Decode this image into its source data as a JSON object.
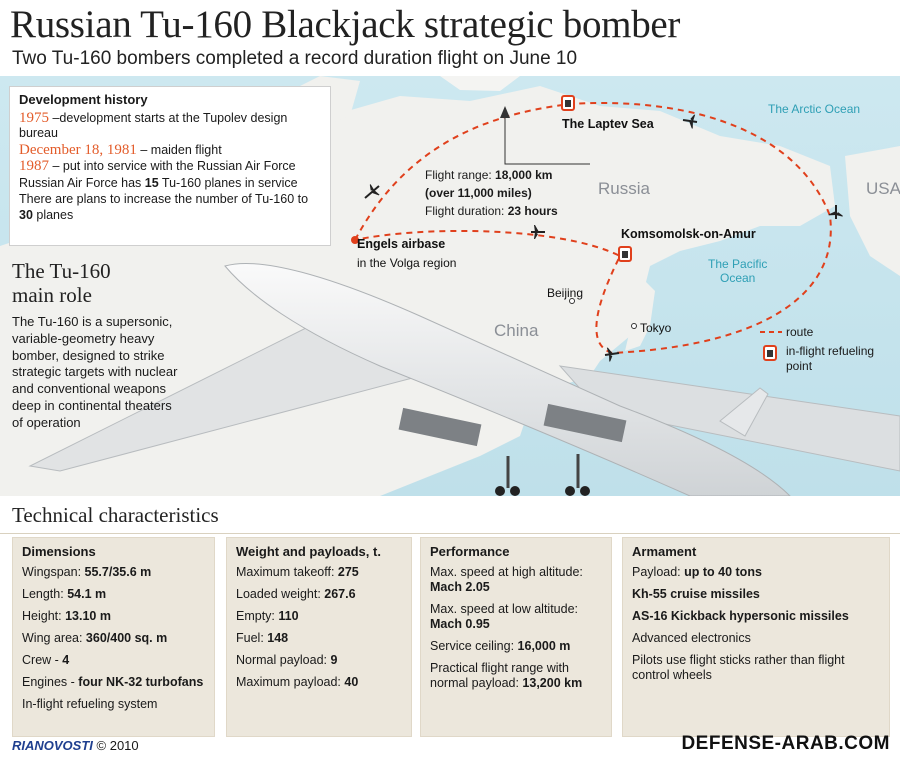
{
  "header": {
    "title": "Russian Tu-160 Blackjack strategic bomber",
    "subtitle": "Two Tu-160 bombers completed a record duration flight on June 10"
  },
  "history": {
    "heading": "Development history",
    "items": [
      {
        "year": "1975",
        "text": " –development starts at the Tupolev design bureau"
      },
      {
        "year": "December 18, 1981",
        "text": " – maiden flight"
      },
      {
        "year": "1987",
        "text": " – put into service with the Russian Air Force"
      }
    ],
    "service_pre": "Russian Air Force has ",
    "service_num": "15",
    "service_post": " Tu-160 planes in service",
    "plan_pre": "There are plans to increase the number of Tu-160 to ",
    "plan_num": "30",
    "plan_post": " planes"
  },
  "role": {
    "title_line1": "The Tu-160",
    "title_line2": "main role",
    "text": "The Tu-160 is a supersonic, variable-geometry heavy bomber, designed to strike strategic targets with nuclear and conventional weapons deep in continental theaters of operation"
  },
  "map": {
    "laptev": "The Laptev Sea",
    "arctic": "The Arctic Ocean",
    "russia": "Russia",
    "usa": "USA",
    "china": "China",
    "engels_name": "Engels airbase",
    "engels_region": "in the Volga region",
    "komsomolsk": "Komsomolsk-on-Amur",
    "pacific_line1": "The Pacific",
    "pacific_line2": "Ocean",
    "beijing": "Beijing",
    "tokyo": "Tokyo",
    "range_label": "Flight range: ",
    "range_value": "18,000 km",
    "range_miles": "(over 11,000 miles)",
    "duration_label": "Flight duration: ",
    "duration_value": "23 hours"
  },
  "legend": {
    "route": "route",
    "refuel_line1": "in-flight refueling",
    "refuel_line2": "point"
  },
  "tech": {
    "title": "Technical characteristics",
    "dimensions": {
      "heading": "Dimensions",
      "rows": [
        {
          "label": "Wingspan: ",
          "value": "55.7/35.6 m"
        },
        {
          "label": "Length: ",
          "value": "54.1 m"
        },
        {
          "label": "Height: ",
          "value": "13.10 m"
        },
        {
          "label": "Wing area: ",
          "value": "360/400 sq. m"
        },
        {
          "label": "Crew - ",
          "value": "4"
        },
        {
          "label": "Engines - ",
          "value": "four NK-32 turbofans"
        },
        {
          "label": "In-flight refueling system",
          "value": ""
        }
      ]
    },
    "weight": {
      "heading": "Weight and payloads, t.",
      "rows": [
        {
          "label": "Maximum takeoff: ",
          "value": "275"
        },
        {
          "label": "Loaded weight: ",
          "value": "267.6"
        },
        {
          "label": "Empty: ",
          "value": "110"
        },
        {
          "label": "Fuel: ",
          "value": "148"
        },
        {
          "label": "Normal payload: ",
          "value": "9"
        },
        {
          "label": "Maximum payload: ",
          "value": "40"
        }
      ]
    },
    "performance": {
      "heading": "Performance",
      "high_label": "Max. speed at high altitude:",
      "high_value": "Mach 2.05",
      "low_label": "Max. speed at low altitude:",
      "low_value": "Mach 0.95",
      "ceiling_label": "Service ceiling: ",
      "ceiling_value": "16,000 m",
      "range_label": "Practical flight range with normal payload: ",
      "range_value": "13,200 km"
    },
    "armament": {
      "heading": "Armament",
      "payload_label": "Payload: ",
      "payload_value": "up to 40 tons",
      "missile1": "Kh-55 cruise missiles",
      "missile2": "AS-16 Kickback hypersonic missiles",
      "electronics": "Advanced electronics",
      "sticks": "Pilots use flight sticks rather than flight control wheels"
    }
  },
  "footer": {
    "agency": "RIANOVOSTI",
    "copyright": " © 2010",
    "site": "DEFENSE-ARAB.COM"
  },
  "colors": {
    "accent_year": "#e35c2a",
    "route": "#e0401c",
    "ocean_text": "#2e9fb5",
    "panel_bg": "#ece7dc"
  }
}
